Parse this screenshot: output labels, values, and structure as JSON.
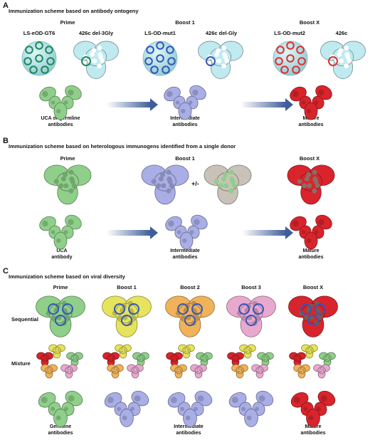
{
  "panels": {
    "a": {
      "letter": "A",
      "title": "Immunization scheme based on antibody ontogeny",
      "stages": [
        "Prime",
        "Boost 1",
        "Boost X"
      ],
      "immunogens": [
        "LS-eOD-GT6",
        "426c del-3Gly",
        "LS-OD-mut1",
        "426c del-Gly",
        "LS-OD-mut2",
        "426c"
      ],
      "antibodies": [
        [
          "UCA or germline",
          "antibodies"
        ],
        [
          "Intermediate",
          "antibodies"
        ],
        [
          "Mature",
          "antibodies"
        ]
      ]
    },
    "b": {
      "letter": "B",
      "title": "Immunization scheme based on heterologous immunogens identified from a single donor",
      "stages": [
        "Prime",
        "Boost 1",
        "Boost X"
      ],
      "plus_minus": "+/-",
      "antibodies": [
        [
          "UCA",
          "antibody"
        ],
        [
          "Intermediate",
          "antibodies"
        ],
        [
          "Mature",
          "antibodies"
        ]
      ]
    },
    "c": {
      "letter": "C",
      "title": "Immunization scheme based on viral diversity",
      "stages": [
        "Prime",
        "Boost 1",
        "Boost 2",
        "Boost 3",
        "Boost X"
      ],
      "rows": [
        "Sequential",
        "Mixture"
      ],
      "antibodies": [
        [
          "Germline",
          "antibodies"
        ],
        [
          "Intermediate",
          "antibodies"
        ],
        [
          "Mature",
          "antibodies"
        ]
      ]
    }
  },
  "colors": {
    "green": "#8fcf8a",
    "lavender": "#a9aee6",
    "red": "#d9242c",
    "yellow": "#e6e35c",
    "orange": "#f0b35a",
    "pink": "#e9a9cf",
    "brown": "#7a5a52",
    "cyan": "#bfeaf0",
    "arrow": "#3f5d9a",
    "ring_green": "#1a8a5a",
    "ring_blue": "#3457b8",
    "ring_red": "#e03030"
  }
}
